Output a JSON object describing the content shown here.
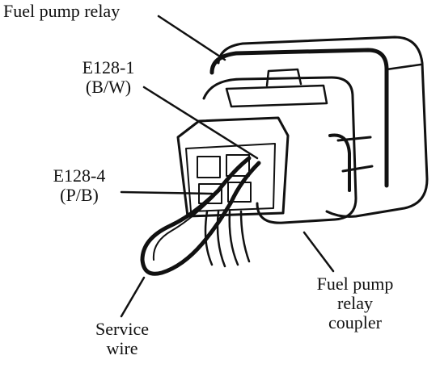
{
  "labels": {
    "relay": "Fuel pump relay",
    "e128_1": {
      "line1": "E128-1",
      "line2": "(B/W)"
    },
    "e128_4": {
      "line1": "E128-4",
      "line2": "(P/B)"
    },
    "coupler": {
      "line1": "Fuel pump",
      "line2": "relay",
      "line3": "coupler"
    },
    "service_wire": {
      "line1": "Service",
      "line2": "wire"
    }
  },
  "colors": {
    "ink": "#111111",
    "background": "#ffffff"
  }
}
